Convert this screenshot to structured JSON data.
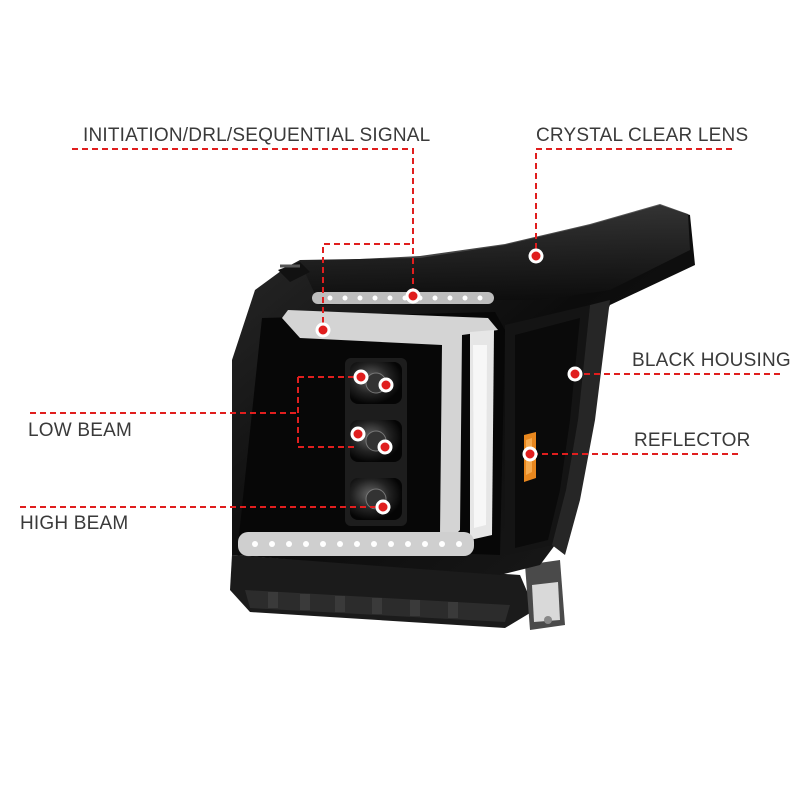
{
  "labels": {
    "initiation": "INITIATION/DRL/SEQUENTIAL SIGNAL",
    "crystal": "CRYSTAL CLEAR LENS",
    "black_housing": "BLACK HOUSING",
    "low_beam": "LOW BEAM",
    "reflector": "REFLECTOR",
    "high_beam": "HIGH BEAM"
  },
  "colors": {
    "callout": "#e01e1e",
    "housing": "#111111",
    "drl": "#e8e8e8",
    "reflector": "#e8871e"
  }
}
